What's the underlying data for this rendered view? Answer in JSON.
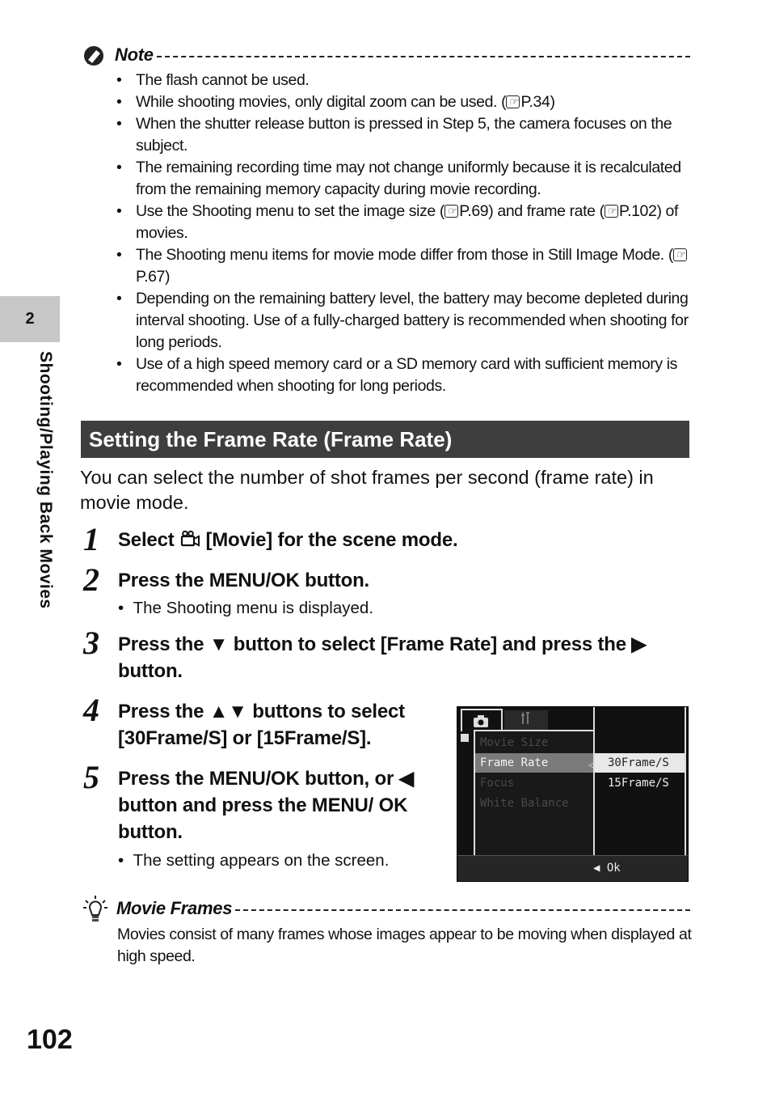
{
  "sidebar": {
    "chapter_number": "2",
    "chapter_title": "Shooting/Playing Back Movies"
  },
  "note": {
    "title": "Note",
    "items": [
      {
        "text": "The flash cannot be used."
      },
      {
        "text": "While shooting movies, only digital zoom can be used. (",
        "ref": "P.34",
        "after": ")"
      },
      {
        "text": "When the shutter release button is pressed in Step 5, the camera focuses on the subject."
      },
      {
        "text": "The remaining recording time may not change uniformly because it is recalculated from the remaining memory capacity during movie recording."
      },
      {
        "text": "Use the Shooting menu to set the image size (",
        "ref": "P.69",
        "after": ") and frame rate (",
        "ref2": "P.102",
        "after2": ") of movies."
      },
      {
        "text": "The Shooting menu items for movie mode differ from those in Still Image Mode. (",
        "ref": "P.67",
        "after": ")"
      },
      {
        "text": "Depending on the remaining battery level, the battery may become depleted during interval shooting. Use of a fully-charged battery is recommended when shooting for long periods."
      },
      {
        "text": "Use of a high speed memory card or a SD memory card with sufficient memory is recommended when shooting for long periods."
      }
    ]
  },
  "section": {
    "title": "Setting the Frame Rate (Frame Rate)",
    "intro": "You can select the number of shot frames per second (frame rate) in movie mode."
  },
  "steps": {
    "s1": {
      "num": "1",
      "a": "Select ",
      "b": " [Movie] for the scene mode."
    },
    "s2": {
      "num": "2",
      "text": "Press the MENU/OK button.",
      "note": "The Shooting menu is displayed."
    },
    "s3": {
      "num": "3",
      "a": "Press the ",
      "b": " button to select [Frame Rate] and press the ",
      "c": " button."
    },
    "s4": {
      "num": "4",
      "a": "Press the ",
      "b": " buttons to select [30Frame/S] or [15Frame/S]."
    },
    "s5": {
      "num": "5",
      "a": "Press the MENU/OK button, or ",
      "b": " button and press the MENU/ OK button.",
      "note": "The setting appears on the screen."
    }
  },
  "screen": {
    "menu_items": [
      "Movie Size",
      "Frame Rate",
      "Focus",
      "White Balance"
    ],
    "selected_index": 1,
    "options": [
      "30Frame/S",
      "15Frame/S"
    ],
    "selected_option": 0,
    "ok_label": "Ok"
  },
  "tip": {
    "title": "Movie Frames",
    "text": "Movies consist of many frames whose images appear to be moving when displayed at high speed."
  },
  "page_number": "102"
}
